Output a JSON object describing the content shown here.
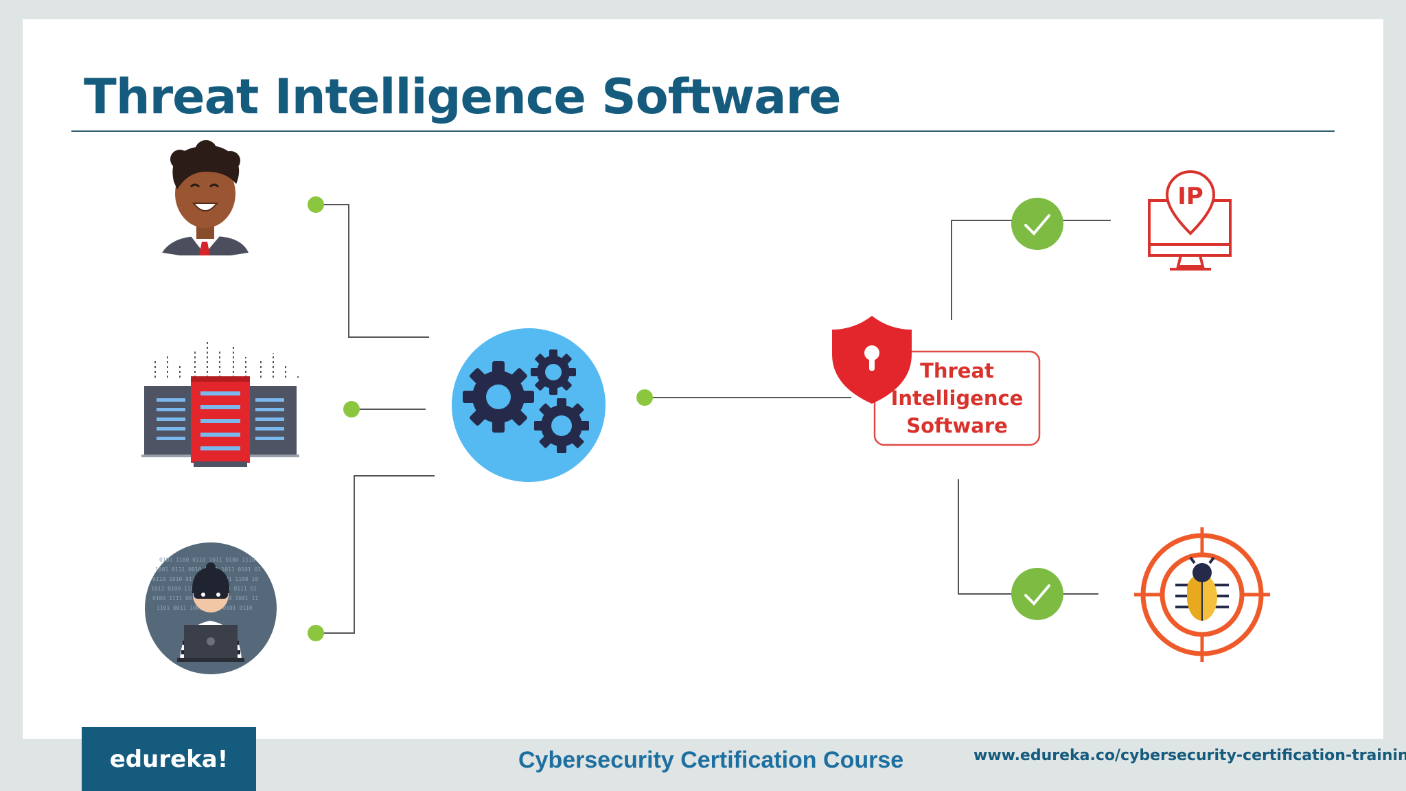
{
  "slide": {
    "title": "Threat Intelligence Software"
  },
  "diagram": {
    "center_label_lines": [
      "Threat",
      "Intelligence",
      "Software"
    ],
    "sources": [
      {
        "icon": "person-avatar-icon"
      },
      {
        "icon": "server-rack-icon"
      },
      {
        "icon": "hacker-icon"
      }
    ],
    "processor_icon": "gears-icon",
    "shield_icon": "shield-keyhole-icon",
    "outputs": [
      {
        "icon": "ip-location-monitor-icon",
        "status_icon": "check-icon"
      },
      {
        "icon": "bug-target-icon",
        "status_icon": "check-icon"
      }
    ],
    "colors": {
      "accent_red": "#e3262b",
      "node_green": "#8cc63f",
      "check_green": "#7dbb42",
      "gear_circle": "#55baf1",
      "gear_dark": "#252a4a",
      "target_orange": "#ef5a2a",
      "bug_yellow": "#f5c13d"
    }
  },
  "footer": {
    "logo": "edureka!",
    "course": "Cybersecurity Certification Course",
    "url": "www.edureka.co/cybersecurity-certification-training"
  }
}
